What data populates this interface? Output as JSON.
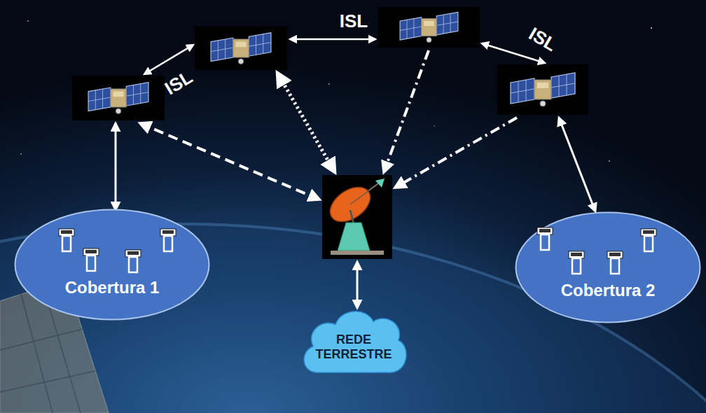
{
  "diagram": {
    "nodes": [
      {
        "text": [
          "Cobertura 1"
        ]
      },
      {
        "text": [
          "Cobertura 2"
        ]
      },
      {
        "text": [
          "REDE TERRESTRE"
        ]
      }
    ],
    "labels": [
      "ISL",
      "ISL",
      "ISL"
    ]
  }
}
